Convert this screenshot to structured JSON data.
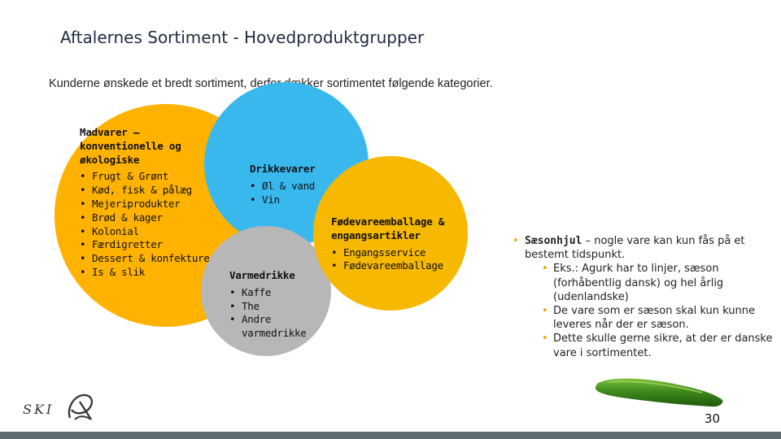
{
  "slide": {
    "title": "Aftalernes Sortiment - Hovedproduktgrupper",
    "subtitle": "Kunderne ønskede et bredt sortiment, derfor dækker sortimentet følgende kategorier.",
    "page_number": "30"
  },
  "colors": {
    "food_circle": "#ffb300",
    "drinks_circle": "#39b8ee",
    "hot_drinks_circle": "#b7b7b7",
    "packaging_circle": "#f6b800",
    "bullet_accent": "#e8a400",
    "bottom_bar": "#5f6b70"
  },
  "groups": {
    "food": {
      "heading_lines": [
        "Madvarer –",
        "konventionelle og",
        "økologiske"
      ],
      "items": [
        "Frugt & Grønt",
        "Kød, fisk & pålæg",
        "Mejeriprodukter",
        "Brød & kager",
        "Kolonial",
        "Færdigretter",
        "Dessert & konfekture",
        "Is & slik"
      ]
    },
    "drinks": {
      "heading": "Drikkevarer",
      "items": [
        "Øl & vand",
        "Vin"
      ]
    },
    "hot_drinks": {
      "heading": "Varmedrikke",
      "items": [
        "Kaffe",
        "The",
        "Andre varmedrikke"
      ]
    },
    "packaging": {
      "heading_lines": [
        "Fødevareemballage &",
        "engangsartikler"
      ],
      "items": [
        "Engangsservice",
        "Fødevareemballage"
      ]
    }
  },
  "season": {
    "label": "Sæsonhjul",
    "text": " – nogle vare kan kun fås på et bestemt tidspunkt.",
    "sub_items": [
      "Eks.: Agurk har to linjer, sæson (forhåbentlig dansk) og hel årlig (udenlandske)",
      "De vare som er sæson skal kun kunne leveres når der er sæson.",
      "Dette skulle gerne sikre, at der er danske vare i sortimentet."
    ]
  },
  "logo": {
    "text": "SKI"
  },
  "icons": {
    "cucumber": "cucumber-image",
    "logo_mark": "ski-logo-icon"
  }
}
